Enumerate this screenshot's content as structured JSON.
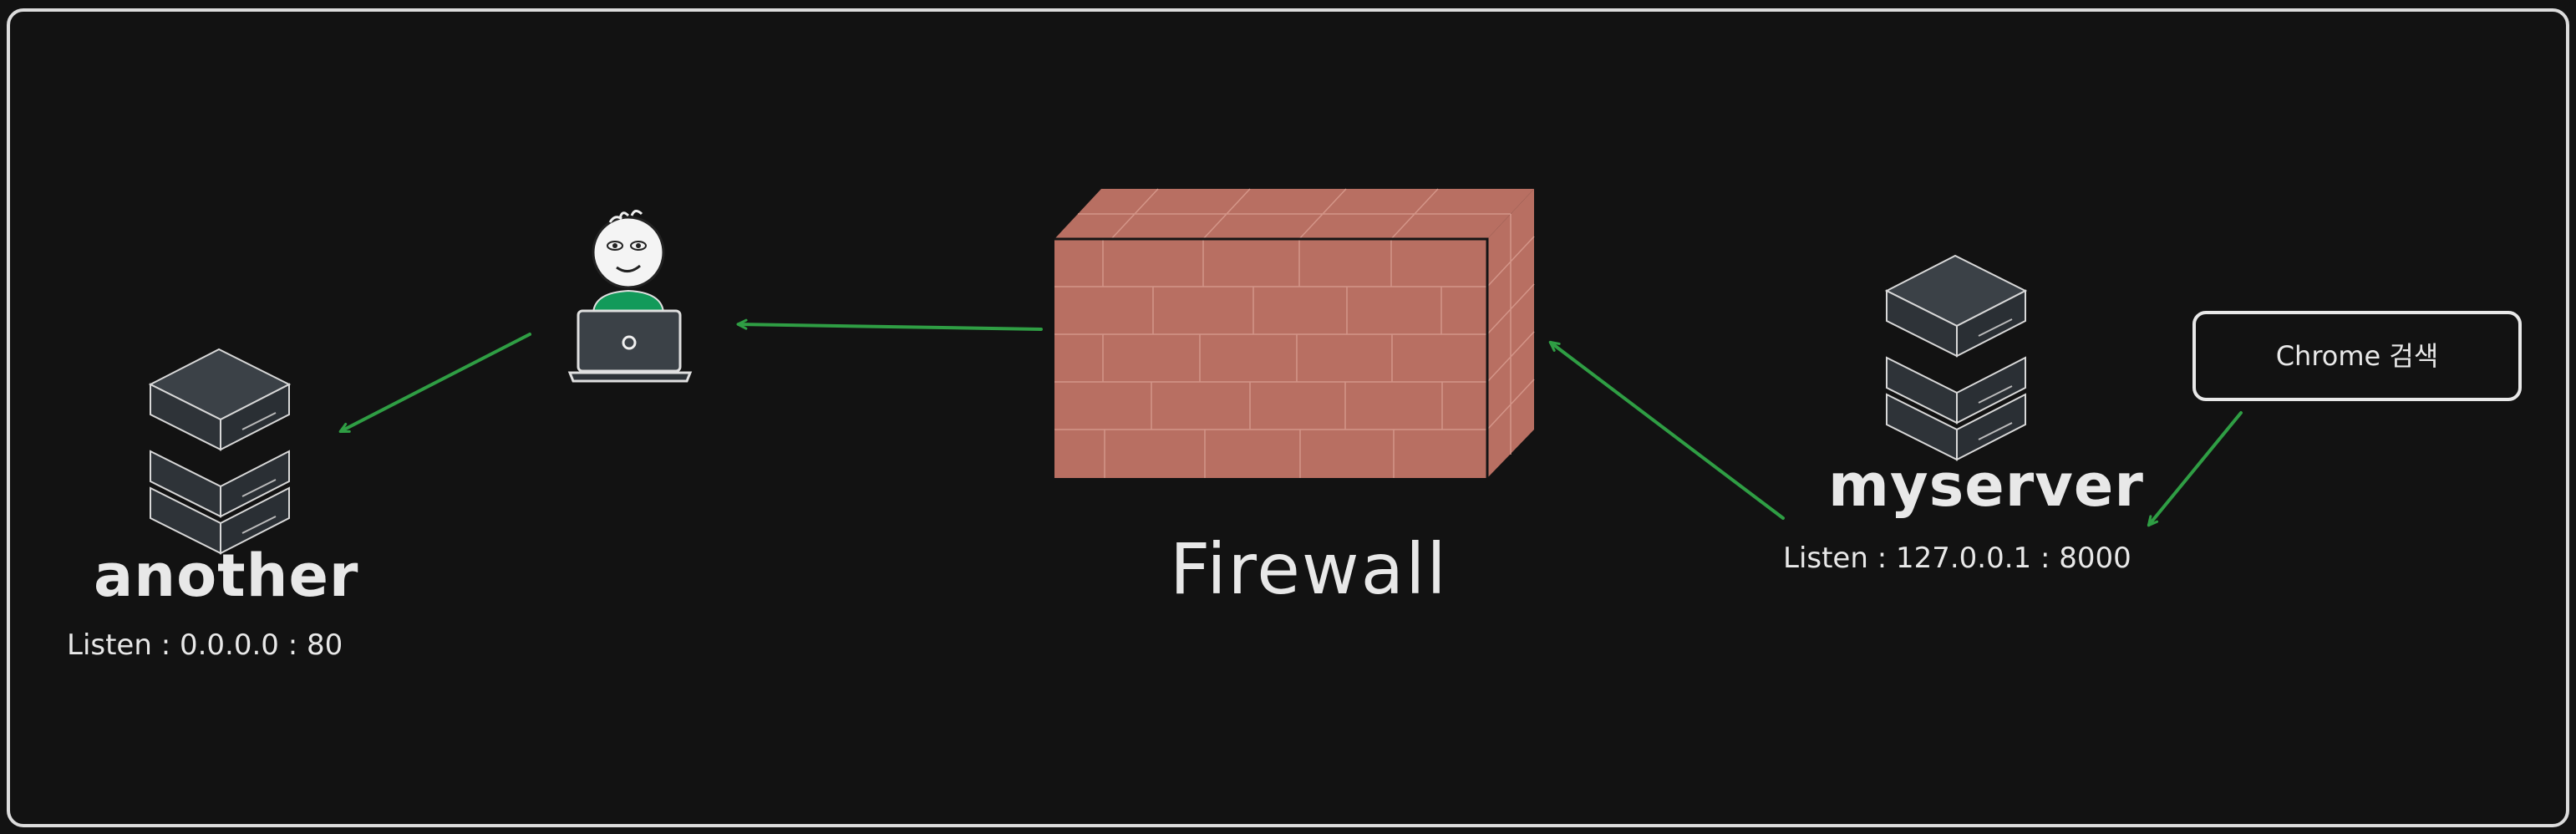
{
  "nodes": {
    "another": {
      "title": "another",
      "listen": "Listen : 0.0.0.0 : 80"
    },
    "firewall": {
      "title": "Firewall"
    },
    "myserver": {
      "title": "myserver",
      "listen": "Listen : 127.0.0.1 : 8000"
    },
    "chrome": {
      "label": "Chrome 검색"
    }
  },
  "colors": {
    "background": "#121212",
    "stroke": "#e0e0e0",
    "arrow": "#2f9e44",
    "brick": "#b86f62",
    "server": "#343a40",
    "person_shirt": "#129a5a"
  }
}
